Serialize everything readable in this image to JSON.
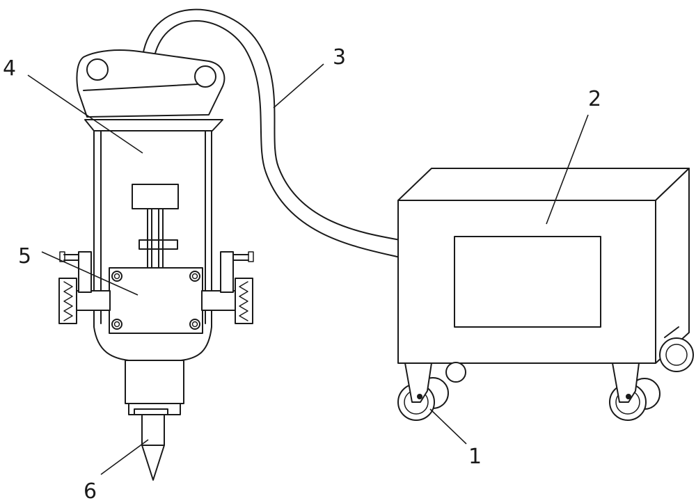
{
  "labels": {
    "part1": "1",
    "part2": "2",
    "part3": "3",
    "part4": "4",
    "part5": "5",
    "part6": "6"
  },
  "style": {
    "line_color": "#1a1a1a",
    "background": "#ffffff"
  }
}
